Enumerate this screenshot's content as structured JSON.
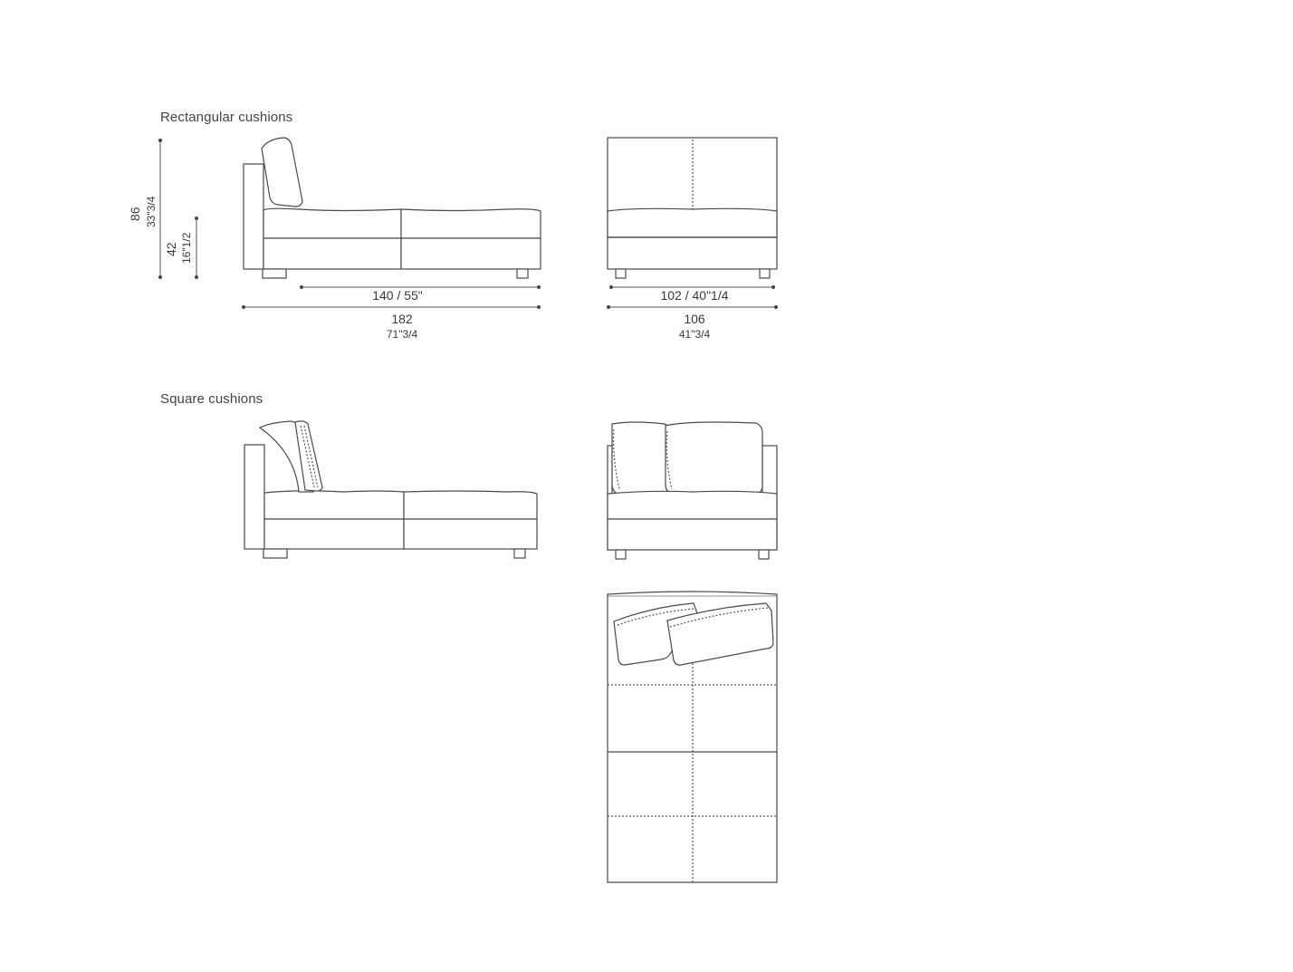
{
  "sections": {
    "rectangular": {
      "title": "Rectangular cushions"
    },
    "square": {
      "title": "Square cushions"
    }
  },
  "dimensions": {
    "height_total": {
      "cm": "86",
      "in": "33\"3/4"
    },
    "seat_height": {
      "cm": "42",
      "in": "16\"1/2"
    },
    "seat_depth": {
      "label": "140 / 55\""
    },
    "length_total": {
      "cm": "182",
      "in": "71\"3/4"
    },
    "seat_width": {
      "label": "102 / 40\"1/4"
    },
    "width_total": {
      "cm": "106",
      "in": "41\"3/4"
    }
  }
}
